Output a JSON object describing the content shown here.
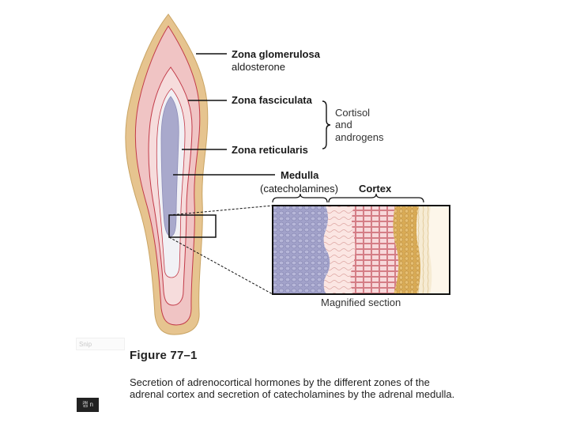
{
  "labels": {
    "zona_glomerulosa": "Zona glomerulosa",
    "aldosterone": "aldosterone",
    "zona_fasciculata": "Zona fasciculata",
    "cortisol_line1": "Cortisol",
    "cortisol_line2": "and",
    "cortisol_line3": "androgens",
    "zona_reticularis": "Zona reticularis",
    "medulla": "Medulla",
    "catecholamines": "(catecholamines)",
    "cortex": "Cortex",
    "magnified_section": "Magnified section"
  },
  "caption": {
    "figure_label": "Figure 77–1",
    "text": "Secretion of adrenocortical hormones by the different zones of the adrenal cortex and secretion of catecholamines by the adrenal medulla."
  },
  "overlay": {
    "snip_label": "Snip",
    "badge_label": "캡 n"
  },
  "colors": {
    "capsule": "#e6c48f",
    "glomerulosa": "#f0c4c4",
    "fasciculata": "#f6dcdc",
    "reticularis": "#f1f1f5",
    "medulla": "#a9a9cc",
    "zone_line": "#c23a48",
    "magnified_medulla": "#9d9dc8",
    "magnified_reticularis": "#c94b5a",
    "magnified_glomerulosa": "#d9a850"
  }
}
